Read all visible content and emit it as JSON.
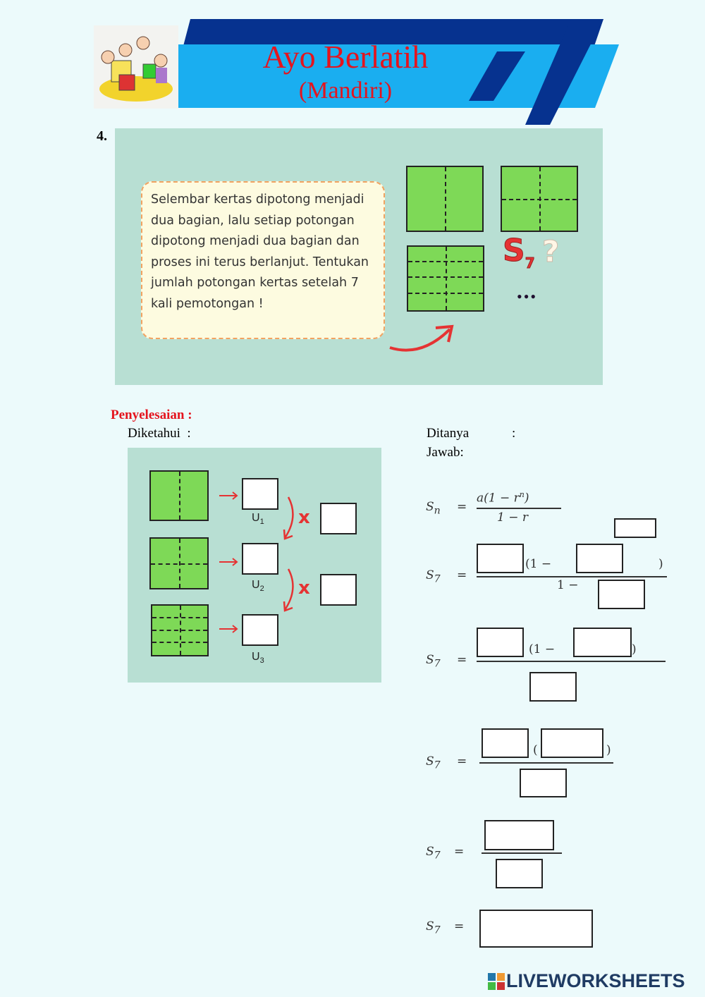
{
  "header": {
    "title": "Ayo Berlatih",
    "subtitle": "(Mandiri)",
    "colors": {
      "dark_blue": "#06328f",
      "light_blue": "#1aaef0",
      "title_red": "#e4141e"
    },
    "illustration": "kids-with-blocks-illustration"
  },
  "question": {
    "number": "4.",
    "text": "Selembar kertas dipotong menjadi dua bagian, lalu setiap potongan dipotong menjadi dua bagian dan proses ini terus berlanjut. Tentukan jumlah potongan kertas setelah 7 kali pemotongan !",
    "s_label": "S",
    "s_sub": "7",
    "question_mark": "?",
    "ellipsis": "•••"
  },
  "solution": {
    "heading": "Penyelesaian :",
    "known_label": "Diketahui  :",
    "asked_label": "Ditanya",
    "asked_colon": ":",
    "answer_label": "Jawab:"
  },
  "diagram": {
    "u_labels": [
      "U",
      "U",
      "U"
    ],
    "u_subs": [
      "1",
      "2",
      "3"
    ],
    "multiply_symbol": "x"
  },
  "formula": {
    "sn_lhs": "S",
    "sn_sub": "n",
    "equals": "=",
    "numerator": "a(1 − r",
    "numerator_exp": "n",
    "numerator_close": ")",
    "denominator": "1 − r",
    "s7_lhs": "S",
    "s7_sub": "7",
    "open_one_minus": "(1 −",
    "close_paren": ")",
    "one_minus": "1 −",
    "open_paren": "("
  },
  "footer": {
    "brand": "LIVEWORKSHEETS"
  }
}
